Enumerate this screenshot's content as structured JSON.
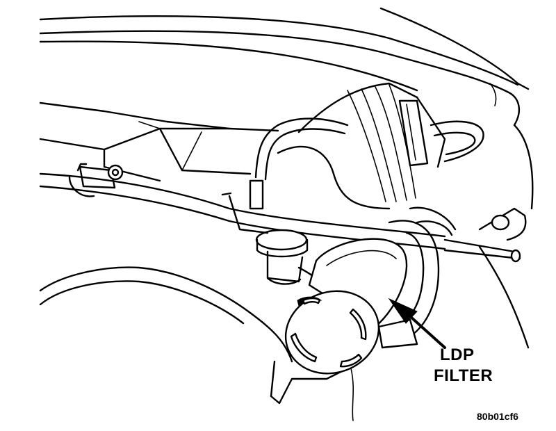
{
  "callout": {
    "line1": "LDP",
    "line2": "FILTER"
  },
  "figure_id": "80b01cf6",
  "colors": {
    "ink": "#000000",
    "paper": "#ffffff"
  }
}
